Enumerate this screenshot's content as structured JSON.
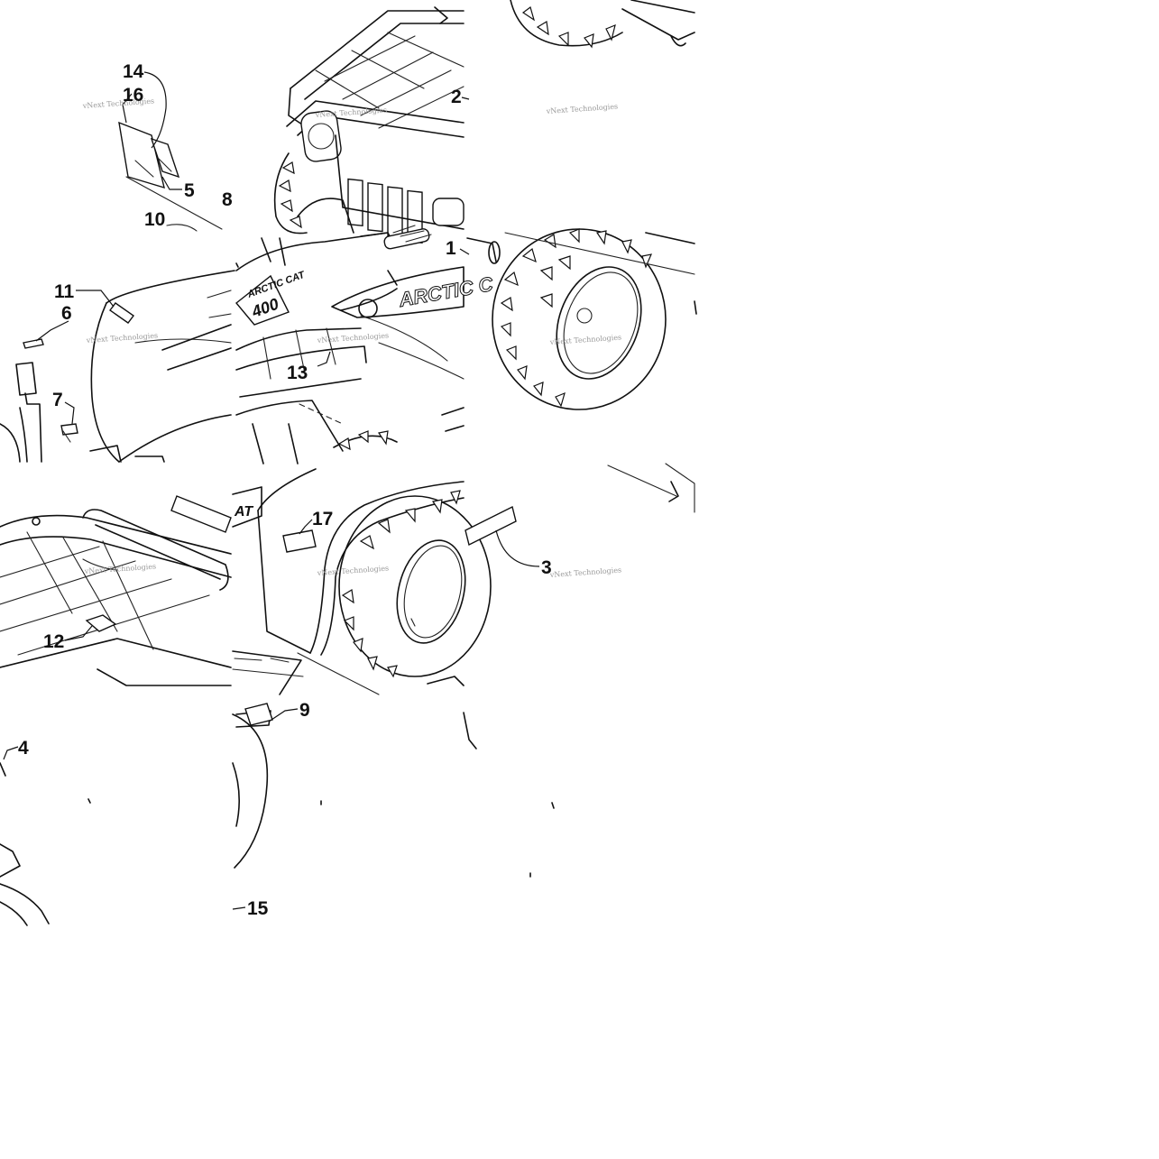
{
  "callouts": [
    {
      "id": "1",
      "label": "1"
    },
    {
      "id": "2",
      "label": "2"
    },
    {
      "id": "3",
      "label": "3"
    },
    {
      "id": "4",
      "label": "4"
    },
    {
      "id": "5",
      "label": "5"
    },
    {
      "id": "6",
      "label": "6"
    },
    {
      "id": "7",
      "label": "7"
    },
    {
      "id": "8",
      "label": "8"
    },
    {
      "id": "9",
      "label": "9"
    },
    {
      "id": "10",
      "label": "10"
    },
    {
      "id": "11",
      "label": "11"
    },
    {
      "id": "12",
      "label": "12"
    },
    {
      "id": "13",
      "label": "13"
    },
    {
      "id": "14",
      "label": "14"
    },
    {
      "id": "15",
      "label": "15"
    },
    {
      "id": "16",
      "label": "16"
    },
    {
      "id": "17",
      "label": "17"
    }
  ],
  "watermark": {
    "text": "vNext Technologies"
  },
  "decals": {
    "arctic_cat_side": "ARCTIC C",
    "arctic_cat_tank": "ARCTIC CAT",
    "model_number": "400",
    "rear_fragment": "AT"
  },
  "colors": {
    "line": "#111111",
    "background": "#ffffff",
    "watermark": "#9a9a9a"
  }
}
